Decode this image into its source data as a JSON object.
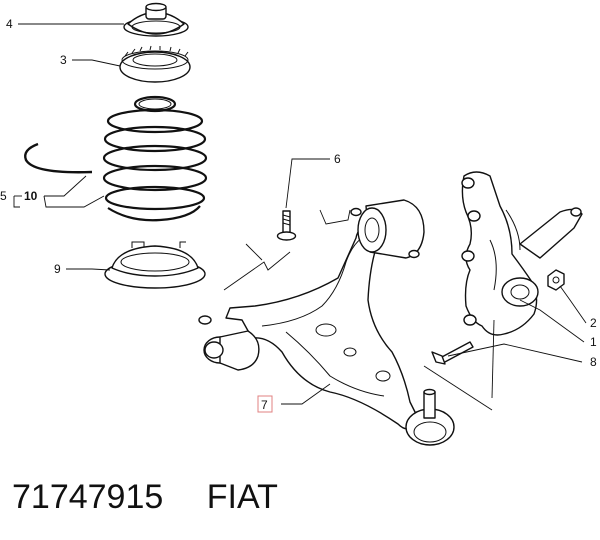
{
  "labels": {
    "l1": "1",
    "l2": "2",
    "l3": "3",
    "l4": "4",
    "l5": "5",
    "l6": "6",
    "l7": "7",
    "l8": "8",
    "l9": "9",
    "l10": "10"
  },
  "caption": {
    "part_number": "71747915",
    "brand": "FIAT"
  },
  "colors": {
    "line": "#111111",
    "highlight_box": "#e08080"
  }
}
